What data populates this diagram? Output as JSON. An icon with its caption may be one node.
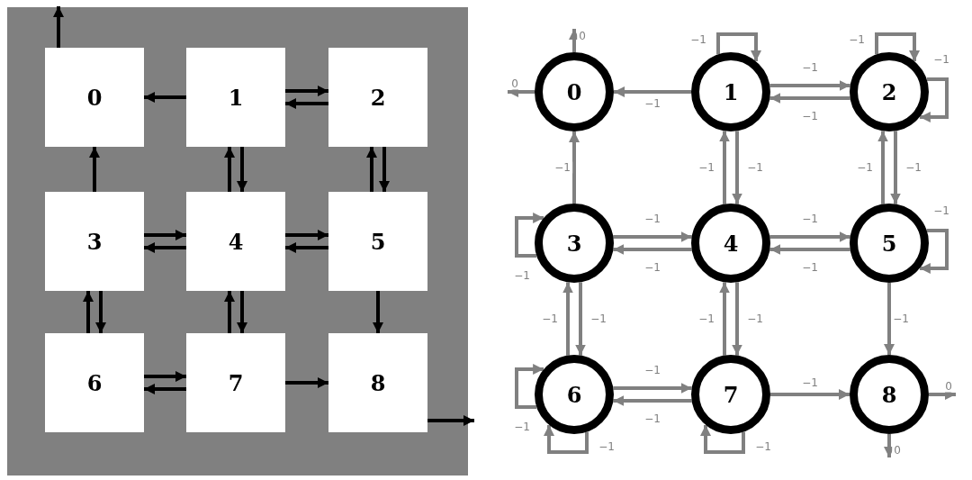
{
  "diagram": {
    "nodes": [
      {
        "text": [],
        "shape": "box"
      },
      {
        "text": [
          "0"
        ],
        "in": 0
      },
      {
        "text": [
          "1"
        ],
        "in": 0
      },
      {
        "text": [
          "2"
        ],
        "in": 0
      },
      {
        "text": [
          "3"
        ],
        "in": 0
      },
      {
        "text": [
          "4"
        ],
        "in": 0
      },
      {
        "text": [
          "5"
        ],
        "in": 0
      },
      {
        "text": [
          "6"
        ],
        "in": 0
      },
      {
        "text": [
          "7"
        ],
        "in": 0
      },
      {
        "text": [
          "8"
        ],
        "in": 0
      },
      {
        "text": [
          "0"
        ]
      },
      {
        "text": [
          "1"
        ]
      },
      {
        "text": [
          "2"
        ]
      },
      {
        "text": [
          "3"
        ]
      },
      {
        "text": [
          "4"
        ]
      },
      {
        "text": [
          "5"
        ]
      },
      {
        "text": [
          "6"
        ]
      },
      {
        "text": [
          "7"
        ]
      },
      {
        "text": [
          "8"
        ]
      }
    ],
    "edges": [
      {
        "from": 1,
        "to": null,
        "arrow": "to",
        "color": "#000000"
      },
      {
        "from": 2,
        "to": 1,
        "arrow": "to",
        "color": "#000000"
      },
      {
        "from": 3,
        "to": 2,
        "arrow": "to",
        "color": "#000000"
      },
      {
        "from": 2,
        "to": 3,
        "arrow": "to",
        "color": "#000000"
      },
      {
        "from": 2,
        "to": 5,
        "arrow": "to",
        "color": "#000000"
      },
      {
        "from": 5,
        "to": 2,
        "arrow": "to",
        "color": "#000000"
      },
      {
        "from": 3,
        "to": 6,
        "arrow": "to",
        "color": "#000000"
      },
      {
        "from": 6,
        "to": 3,
        "arrow": "to",
        "color": "#000000"
      },
      {
        "from": 4,
        "to": 1,
        "arrow": "to",
        "color": "#000000"
      },
      {
        "from": 5,
        "to": 4,
        "arrow": "to",
        "color": "#000000"
      },
      {
        "from": 4,
        "to": 5,
        "arrow": "to",
        "color": "#000000"
      },
      {
        "from": 6,
        "to": 5,
        "arrow": "to",
        "color": "#000000"
      },
      {
        "from": 5,
        "to": 6,
        "arrow": "to",
        "color": "#000000"
      },
      {
        "from": 4,
        "to": 7,
        "arrow": "to",
        "color": "#000000"
      },
      {
        "from": 7,
        "to": 4,
        "arrow": "to",
        "color": "#000000"
      },
      {
        "from": 5,
        "to": 8,
        "arrow": "to",
        "color": "#000000"
      },
      {
        "from": 8,
        "to": 5,
        "arrow": "to",
        "color": "#000000"
      },
      {
        "from": 6,
        "to": 9,
        "arrow": "to",
        "color": "#000000"
      },
      {
        "from": 8,
        "to": 7,
        "arrow": "to",
        "color": "#000000"
      },
      {
        "from": 7,
        "to": 8,
        "arrow": "to",
        "color": "#000000"
      },
      {
        "from": 8,
        "to": 9,
        "arrow": "to",
        "color": "#000000"
      },
      {
        "from": 9,
        "to": null,
        "arrow": "to",
        "color": "#000000"
      },
      {
        "from": 10,
        "to": null,
        "arrow": "to",
        "label": "0"
      },
      {
        "from": 10,
        "to": null,
        "arrow": "to",
        "label": "0"
      },
      {
        "from": 11,
        "to": 10,
        "arrow": "to",
        "label": "−1"
      },
      {
        "from": 11,
        "to": 11,
        "arrow": "to",
        "label": "−1"
      },
      {
        "from": 11,
        "to": 12,
        "arrow": "to",
        "label": "−1"
      },
      {
        "from": 12,
        "to": 11,
        "arrow": "to",
        "label": "−1"
      },
      {
        "from": 12,
        "to": 12,
        "arrow": "to",
        "label": "−1"
      },
      {
        "from": 12,
        "to": 12,
        "arrow": "to",
        "label": "−1"
      },
      {
        "from": 11,
        "to": 14,
        "arrow": "to",
        "label": "−1"
      },
      {
        "from": 14,
        "to": 11,
        "arrow": "to",
        "label": "−1"
      },
      {
        "from": 12,
        "to": 15,
        "arrow": "to",
        "label": "−1"
      },
      {
        "from": 15,
        "to": 12,
        "arrow": "to",
        "label": "−1"
      },
      {
        "from": 13,
        "to": 10,
        "arrow": "to",
        "label": "−1"
      },
      {
        "from": 13,
        "to": 13,
        "arrow": "to",
        "label": "−1"
      },
      {
        "from": 13,
        "to": 14,
        "arrow": "to",
        "label": "−1"
      },
      {
        "from": 14,
        "to": 13,
        "arrow": "to",
        "label": "−1"
      },
      {
        "from": 14,
        "to": 15,
        "arrow": "to",
        "label": "−1"
      },
      {
        "from": 15,
        "to": 14,
        "arrow": "to",
        "label": "−1"
      },
      {
        "from": 15,
        "to": 15,
        "arrow": "to",
        "label": "−1"
      },
      {
        "from": 13,
        "to": 16,
        "arrow": "to",
        "label": "−1"
      },
      {
        "from": 16,
        "to": 13,
        "arrow": "to",
        "label": "−1"
      },
      {
        "from": 14,
        "to": 17,
        "arrow": "to",
        "label": "−1"
      },
      {
        "from": 17,
        "to": 14,
        "arrow": "to",
        "label": "−1"
      },
      {
        "from": 15,
        "to": 18,
        "arrow": "to",
        "label": "−1"
      },
      {
        "from": 16,
        "to": 16,
        "arrow": "to",
        "label": "−1"
      },
      {
        "from": 16,
        "to": 16,
        "arrow": "to",
        "label": "−1"
      },
      {
        "from": 16,
        "to": 17,
        "arrow": "to",
        "label": "−1"
      },
      {
        "from": 17,
        "to": 16,
        "arrow": "to",
        "label": "−1"
      },
      {
        "from": 17,
        "to": 17,
        "arrow": "to",
        "label": "−1"
      },
      {
        "from": 17,
        "to": 18,
        "arrow": "to",
        "label": "−1"
      },
      {
        "from": 18,
        "to": null,
        "arrow": "to",
        "label": "0"
      },
      {
        "from": 18,
        "to": null,
        "arrow": "to",
        "label": "0"
      }
    ]
  }
}
